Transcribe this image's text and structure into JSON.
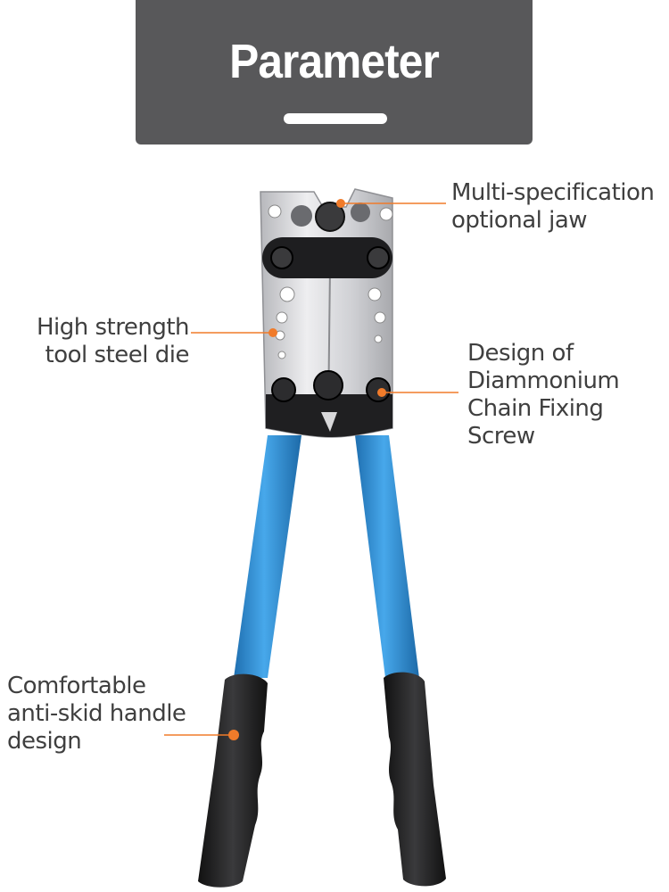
{
  "header": {
    "title": "Parameter"
  },
  "colors": {
    "accent": "#f07b2a",
    "banner": "#58585a",
    "handle": "#2b8ed1",
    "grip": "#1d1d1f",
    "steel": "#d9d9dc"
  },
  "callouts": {
    "jaw": {
      "lines": [
        "Multi-specification",
        "optional jaw"
      ]
    },
    "die": {
      "lines": [
        "High strength",
        "tool steel die"
      ]
    },
    "screw": {
      "lines": [
        "Design of",
        "Diammonium",
        "Chain Fixing",
        "Screw"
      ]
    },
    "handle": {
      "lines": [
        "Comfortable",
        "anti-skid handle",
        "design"
      ]
    }
  }
}
